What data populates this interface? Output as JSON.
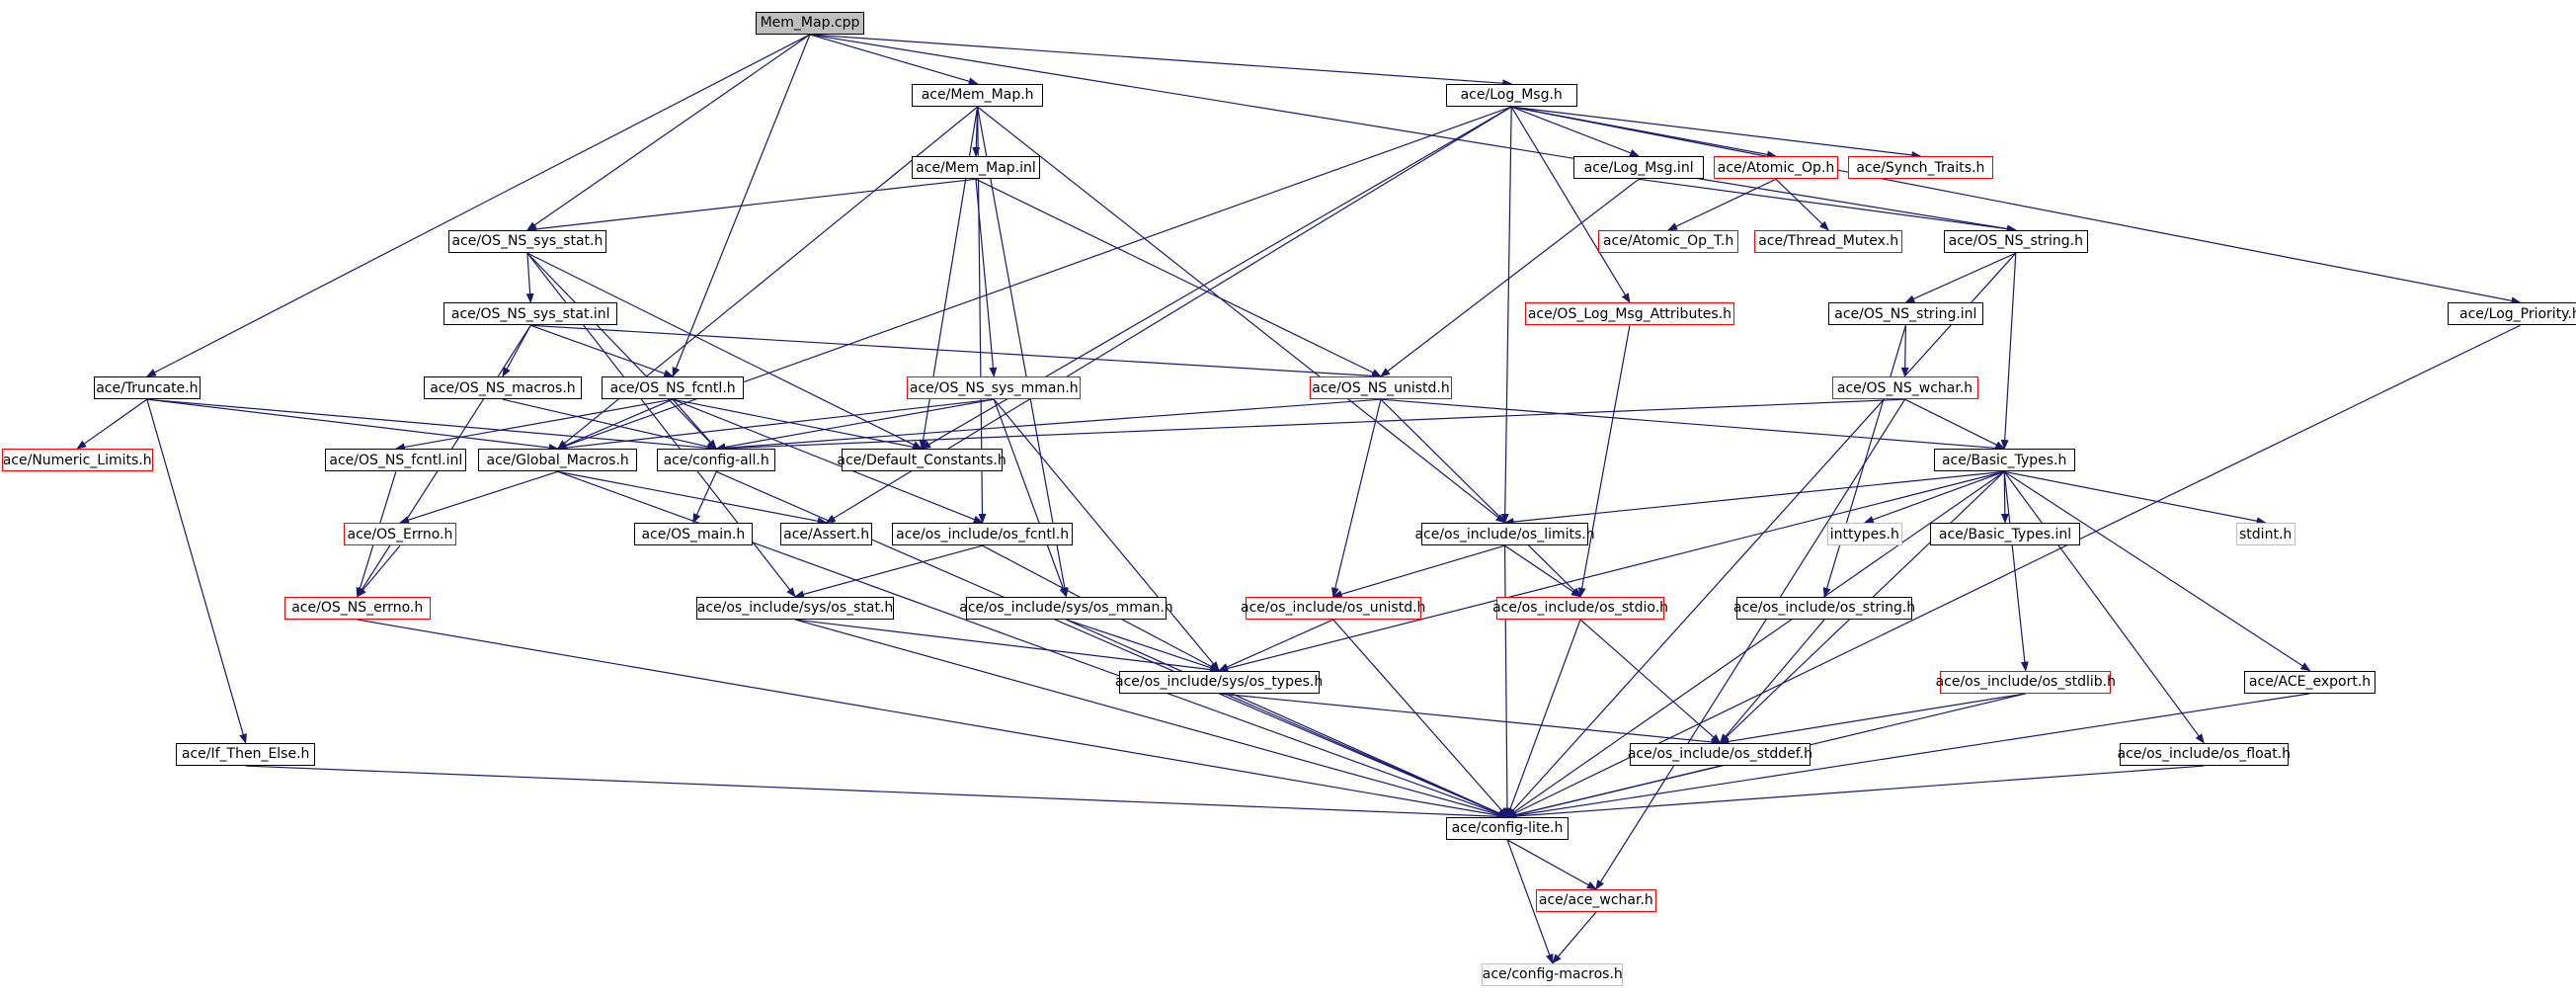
{
  "graph": {
    "nodes": [
      {
        "id": "mem_map_cpp",
        "label": "Mem_Map.cpp",
        "style": "root"
      },
      {
        "id": "mem_map_h",
        "label": "ace/Mem_Map.h",
        "style": "black"
      },
      {
        "id": "log_msg_h",
        "label": "ace/Log_Msg.h",
        "style": "black"
      },
      {
        "id": "mem_map_inl",
        "label": "ace/Mem_Map.inl",
        "style": "black"
      },
      {
        "id": "log_msg_inl",
        "label": "ace/Log_Msg.inl",
        "style": "black"
      },
      {
        "id": "atomic_op_h",
        "label": "ace/Atomic_Op.h",
        "style": "red"
      },
      {
        "id": "synch_traits_h",
        "label": "ace/Synch_Traits.h",
        "style": "red"
      },
      {
        "id": "os_ns_sys_stat_h",
        "label": "ace/OS_NS_sys_stat.h",
        "style": "black"
      },
      {
        "id": "atomic_op_t_h",
        "label": "ace/Atomic_Op_T.h",
        "style": "red"
      },
      {
        "id": "thread_mutex_h",
        "label": "ace/Thread_Mutex.h",
        "style": "red"
      },
      {
        "id": "os_ns_string_h",
        "label": "ace/OS_NS_string.h",
        "style": "black"
      },
      {
        "id": "os_ns_sys_stat_inl",
        "label": "ace/OS_NS_sys_stat.inl",
        "style": "black"
      },
      {
        "id": "os_log_msg_attributes_h",
        "label": "ace/OS_Log_Msg_Attributes.h",
        "style": "red"
      },
      {
        "id": "os_ns_string_inl",
        "label": "ace/OS_NS_string.inl",
        "style": "black"
      },
      {
        "id": "log_priority_h",
        "label": "ace/Log_Priority.h",
        "style": "black"
      },
      {
        "id": "truncate_h",
        "label": "ace/Truncate.h",
        "style": "black"
      },
      {
        "id": "os_ns_macros_h",
        "label": "ace/OS_NS_macros.h",
        "style": "black"
      },
      {
        "id": "os_ns_fcntl_h",
        "label": "ace/OS_NS_fcntl.h",
        "style": "black"
      },
      {
        "id": "os_ns_sys_mman_h",
        "label": "ace/OS_NS_sys_mman.h",
        "style": "red"
      },
      {
        "id": "os_ns_unistd_h",
        "label": "ace/OS_NS_unistd.h",
        "style": "red"
      },
      {
        "id": "os_ns_wchar_h",
        "label": "ace/OS_NS_wchar.h",
        "style": "red"
      },
      {
        "id": "numeric_limits_h",
        "label": "ace/Numeric_Limits.h",
        "style": "red"
      },
      {
        "id": "os_ns_fcntl_inl",
        "label": "ace/OS_NS_fcntl.inl",
        "style": "black"
      },
      {
        "id": "global_macros_h",
        "label": "ace/Global_Macros.h",
        "style": "black"
      },
      {
        "id": "config_all_h",
        "label": "ace/config-all.h",
        "style": "black"
      },
      {
        "id": "default_constants_h",
        "label": "ace/Default_Constants.h",
        "style": "black"
      },
      {
        "id": "basic_types_h",
        "label": "ace/Basic_Types.h",
        "style": "black"
      },
      {
        "id": "os_errno_h",
        "label": "ace/OS_Errno.h",
        "style": "red"
      },
      {
        "id": "os_main_h",
        "label": "ace/OS_main.h",
        "style": "black"
      },
      {
        "id": "assert_h",
        "label": "ace/Assert.h",
        "style": "black"
      },
      {
        "id": "os_include_os_fcntl_h",
        "label": "ace/os_include/os_fcntl.h",
        "style": "black"
      },
      {
        "id": "os_include_os_limits_h",
        "label": "ace/os_include/os_limits.h",
        "style": "black"
      },
      {
        "id": "inttypes_h",
        "label": "inttypes.h",
        "style": "grey"
      },
      {
        "id": "basic_types_inl",
        "label": "ace/Basic_Types.inl",
        "style": "black"
      },
      {
        "id": "stdint_h",
        "label": "stdint.h",
        "style": "grey"
      },
      {
        "id": "os_ns_errno_h",
        "label": "ace/OS_NS_errno.h",
        "style": "red"
      },
      {
        "id": "os_include_sys_os_stat_h",
        "label": "ace/os_include/sys/os_stat.h",
        "style": "black"
      },
      {
        "id": "os_include_sys_os_mman_h",
        "label": "ace/os_include/sys/os_mman.h",
        "style": "black"
      },
      {
        "id": "os_include_os_unistd_h",
        "label": "ace/os_include/os_unistd.h",
        "style": "red"
      },
      {
        "id": "os_include_os_stdio_h",
        "label": "ace/os_include/os_stdio.h",
        "style": "red"
      },
      {
        "id": "os_include_os_string_h",
        "label": "ace/os_include/os_string.h",
        "style": "black"
      },
      {
        "id": "os_include_sys_os_types_h",
        "label": "ace/os_include/sys/os_types.h",
        "style": "black"
      },
      {
        "id": "os_include_os_stdlib_h",
        "label": "ace/os_include/os_stdlib.h",
        "style": "red"
      },
      {
        "id": "ace_export_h",
        "label": "ace/ACE_export.h",
        "style": "black"
      },
      {
        "id": "if_then_else_h",
        "label": "ace/If_Then_Else.h",
        "style": "black"
      },
      {
        "id": "os_include_os_stddef_h",
        "label": "ace/os_include/os_stddef.h",
        "style": "black"
      },
      {
        "id": "os_include_os_float_h",
        "label": "ace/os_include/os_float.h",
        "style": "black"
      },
      {
        "id": "config_lite_h",
        "label": "ace/config-lite.h",
        "style": "black"
      },
      {
        "id": "ace_wchar_h",
        "label": "ace/ace_wchar.h",
        "style": "red"
      },
      {
        "id": "config_macros_h",
        "label": "ace/config-macros.h",
        "style": "grey"
      }
    ],
    "edges": [
      [
        "mem_map_cpp",
        "mem_map_h"
      ],
      [
        "mem_map_cpp",
        "log_msg_h"
      ],
      [
        "mem_map_cpp",
        "os_ns_sys_stat_h"
      ],
      [
        "mem_map_cpp",
        "os_ns_fcntl_h"
      ],
      [
        "mem_map_cpp",
        "os_ns_string_h"
      ],
      [
        "mem_map_cpp",
        "truncate_h"
      ],
      [
        "mem_map_h",
        "mem_map_inl"
      ],
      [
        "mem_map_h",
        "global_macros_h"
      ],
      [
        "mem_map_h",
        "default_constants_h"
      ],
      [
        "mem_map_h",
        "os_include_os_fcntl_h"
      ],
      [
        "mem_map_h",
        "os_include_sys_os_mman_h"
      ],
      [
        "mem_map_h",
        "os_include_os_limits_h"
      ],
      [
        "mem_map_inl",
        "os_ns_sys_stat_h"
      ],
      [
        "mem_map_inl",
        "os_ns_sys_mman_h"
      ],
      [
        "mem_map_inl",
        "os_ns_unistd_h"
      ],
      [
        "log_msg_h",
        "log_msg_inl"
      ],
      [
        "log_msg_h",
        "atomic_op_h"
      ],
      [
        "log_msg_h",
        "synch_traits_h"
      ],
      [
        "log_msg_h",
        "os_log_msg_attributes_h"
      ],
      [
        "log_msg_h",
        "log_priority_h"
      ],
      [
        "log_msg_h",
        "global_macros_h"
      ],
      [
        "log_msg_h",
        "default_constants_h"
      ],
      [
        "log_msg_h",
        "assert_h"
      ],
      [
        "log_msg_h",
        "os_include_os_limits_h"
      ],
      [
        "log_msg_inl",
        "os_ns_string_h"
      ],
      [
        "log_msg_inl",
        "os_ns_unistd_h"
      ],
      [
        "atomic_op_h",
        "atomic_op_t_h"
      ],
      [
        "atomic_op_h",
        "thread_mutex_h"
      ],
      [
        "os_ns_string_h",
        "os_ns_string_inl"
      ],
      [
        "os_ns_string_h",
        "basic_types_h"
      ],
      [
        "os_ns_string_h",
        "config_lite_h"
      ],
      [
        "os_ns_sys_stat_h",
        "os_ns_sys_stat_inl"
      ],
      [
        "os_ns_sys_stat_h",
        "default_constants_h"
      ],
      [
        "os_ns_sys_stat_h",
        "config_all_h"
      ],
      [
        "os_ns_sys_stat_h",
        "os_include_sys_os_stat_h"
      ],
      [
        "os_ns_sys_stat_inl",
        "os_ns_macros_h"
      ],
      [
        "os_ns_sys_stat_inl",
        "os_ns_fcntl_h"
      ],
      [
        "os_ns_sys_stat_inl",
        "os_ns_errno_h"
      ],
      [
        "os_ns_sys_stat_inl",
        "os_ns_unistd_h"
      ],
      [
        "os_log_msg_attributes_h",
        "os_include_os_stdio_h"
      ],
      [
        "os_ns_string_inl",
        "os_ns_wchar_h"
      ],
      [
        "os_ns_string_inl",
        "os_include_os_string_h"
      ],
      [
        "log_priority_h",
        "config_lite_h"
      ],
      [
        "truncate_h",
        "global_macros_h"
      ],
      [
        "truncate_h",
        "config_all_h"
      ],
      [
        "truncate_h",
        "numeric_limits_h"
      ],
      [
        "truncate_h",
        "if_then_else_h"
      ],
      [
        "os_ns_macros_h",
        "config_all_h"
      ],
      [
        "os_ns_fcntl_h",
        "os_ns_fcntl_inl"
      ],
      [
        "os_ns_fcntl_h",
        "global_macros_h"
      ],
      [
        "os_ns_fcntl_h",
        "config_all_h"
      ],
      [
        "os_ns_fcntl_h",
        "default_constants_h"
      ],
      [
        "os_ns_fcntl_h",
        "os_include_os_fcntl_h"
      ],
      [
        "os_ns_sys_mman_h",
        "global_macros_h"
      ],
      [
        "os_ns_sys_mman_h",
        "config_all_h"
      ],
      [
        "os_ns_sys_mman_h",
        "os_include_sys_os_mman_h"
      ],
      [
        "os_ns_sys_mman_h",
        "os_include_sys_os_types_h"
      ],
      [
        "os_ns_unistd_h",
        "config_all_h"
      ],
      [
        "os_ns_unistd_h",
        "basic_types_h"
      ],
      [
        "os_ns_unistd_h",
        "os_include_os_unistd_h"
      ],
      [
        "os_ns_unistd_h",
        "os_include_os_stdio_h"
      ],
      [
        "os_ns_wchar_h",
        "basic_types_h"
      ],
      [
        "os_ns_wchar_h",
        "config_all_h"
      ],
      [
        "os_ns_wchar_h",
        "ace_wchar_h"
      ],
      [
        "os_ns_fcntl_inl",
        "os_ns_errno_h"
      ],
      [
        "global_macros_h",
        "os_errno_h"
      ],
      [
        "global_macros_h",
        "assert_h"
      ],
      [
        "global_macros_h",
        "config_lite_h"
      ],
      [
        "config_all_h",
        "os_main_h"
      ],
      [
        "config_all_h",
        "config_lite_h"
      ],
      [
        "basic_types_h",
        "os_include_os_limits_h"
      ],
      [
        "basic_types_h",
        "inttypes_h"
      ],
      [
        "basic_types_h",
        "basic_types_inl"
      ],
      [
        "basic_types_h",
        "stdint_h"
      ],
      [
        "basic_types_h",
        "os_include_sys_os_types_h"
      ],
      [
        "basic_types_h",
        "os_include_os_stddef_h"
      ],
      [
        "basic_types_h",
        "os_include_os_stdlib_h"
      ],
      [
        "basic_types_h",
        "ace_export_h"
      ],
      [
        "basic_types_h",
        "os_include_os_float_h"
      ],
      [
        "basic_types_h",
        "config_lite_h"
      ],
      [
        "os_errno_h",
        "os_ns_errno_h"
      ],
      [
        "os_include_os_fcntl_h",
        "os_include_sys_os_stat_h"
      ],
      [
        "os_include_os_fcntl_h",
        "os_include_sys_os_types_h"
      ],
      [
        "os_include_os_limits_h",
        "os_include_os_unistd_h"
      ],
      [
        "os_include_os_limits_h",
        "os_include_os_stdio_h"
      ],
      [
        "os_include_os_limits_h",
        "config_lite_h"
      ],
      [
        "os_ns_errno_h",
        "config_lite_h"
      ],
      [
        "os_include_sys_os_stat_h",
        "os_include_sys_os_types_h"
      ],
      [
        "os_include_sys_os_stat_h",
        "config_lite_h"
      ],
      [
        "os_include_sys_os_mman_h",
        "os_include_sys_os_types_h"
      ],
      [
        "os_include_sys_os_mman_h",
        "config_lite_h"
      ],
      [
        "os_include_os_unistd_h",
        "os_include_sys_os_types_h"
      ],
      [
        "os_include_os_unistd_h",
        "config_lite_h"
      ],
      [
        "os_include_os_stdio_h",
        "os_include_os_stddef_h"
      ],
      [
        "os_include_os_stdio_h",
        "config_lite_h"
      ],
      [
        "os_include_os_string_h",
        "os_include_os_stddef_h"
      ],
      [
        "os_include_sys_os_types_h",
        "os_include_os_stddef_h"
      ],
      [
        "os_include_sys_os_types_h",
        "config_lite_h"
      ],
      [
        "os_include_os_stdlib_h",
        "os_include_os_stddef_h"
      ],
      [
        "os_include_os_stdlib_h",
        "config_lite_h"
      ],
      [
        "ace_export_h",
        "config_lite_h"
      ],
      [
        "if_then_else_h",
        "config_lite_h"
      ],
      [
        "os_include_os_stddef_h",
        "config_lite_h"
      ],
      [
        "os_include_os_float_h",
        "config_lite_h"
      ],
      [
        "config_lite_h",
        "ace_wchar_h"
      ],
      [
        "config_lite_h",
        "config_macros_h"
      ],
      [
        "ace_wchar_h",
        "config_macros_h"
      ]
    ]
  }
}
